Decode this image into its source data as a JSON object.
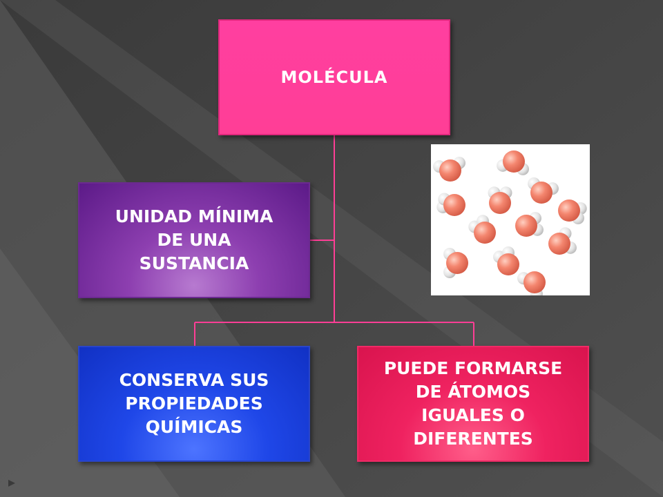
{
  "diagram": {
    "root": {
      "label": "MOLÉCULA"
    },
    "children": {
      "unidad": {
        "line1": "UNIDAD MÍNIMA",
        "line2": "DE UNA",
        "line3": "SUSTANCIA"
      },
      "conserva": {
        "line1": "CONSERVA SUS",
        "line2": "PROPIEDADES",
        "line3": "QUÍMICAS"
      },
      "puede": {
        "line1": "PUEDE FORMARSE",
        "line2": "DE ÁTOMOS",
        "line3": "IGUALES O",
        "line4": "DIFERENTES"
      }
    },
    "image": {
      "icon": "water-molecules-illustration"
    }
  },
  "colors": {
    "background": "#4a4a4a",
    "connector": "#ff3e96",
    "root": "#ff3e96",
    "unidad": "#7a2aa0",
    "conserva": "#1f47e8",
    "puede": "#ef2260",
    "oxygen": "#f4866f",
    "hydrogen": "#e6e6e6"
  }
}
